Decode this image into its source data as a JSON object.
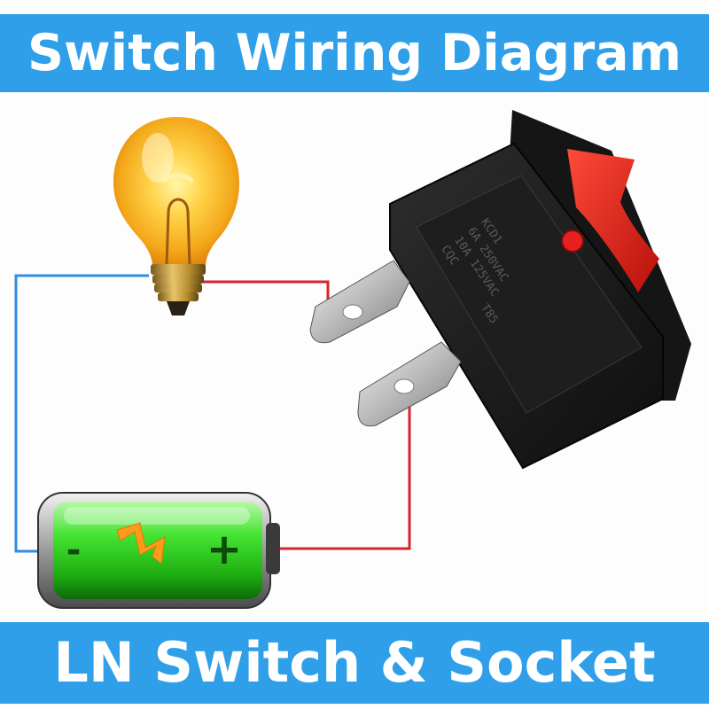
{
  "header": {
    "title": "Switch Wiring Diagram"
  },
  "footer": {
    "caption": "LN Switch & Socket"
  },
  "battery": {
    "negative_label": "-",
    "positive_label": "+"
  },
  "switch_markings": [
    "KCD1",
    "6A 250VAC",
    "10A 125VAC",
    "CQC",
    "T85"
  ],
  "wire_colors": {
    "live": "#d9232f",
    "return": "#2f8fe6"
  },
  "accent": {
    "banner": "#2e9fe8",
    "rocker": "#e8211e",
    "battery_fill": "#2bd12a"
  }
}
